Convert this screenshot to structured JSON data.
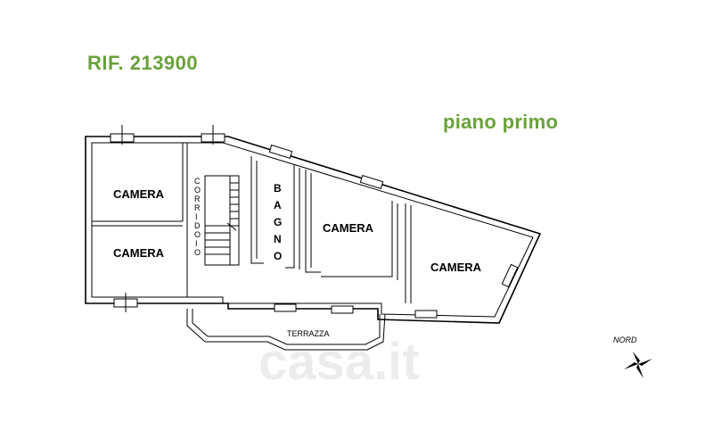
{
  "header": {
    "reference": "RIF. 213900",
    "floor_name": "piano primo"
  },
  "rooms": {
    "camera_top_left": "CAMERA",
    "camera_bottom_left": "CAMERA",
    "corridoio": [
      "C",
      "O",
      "R",
      "R",
      "I",
      "D",
      "O",
      "I",
      "O"
    ],
    "bagno": [
      "B",
      "A",
      "G",
      "N",
      "O"
    ],
    "camera_middle": "CAMERA",
    "camera_right": "CAMERA",
    "terrazza": "TERRAZZA"
  },
  "compass": {
    "label": "NORD"
  },
  "watermark": "casa.it",
  "colors": {
    "accent": "#6aa13b",
    "lines": "#000000"
  }
}
